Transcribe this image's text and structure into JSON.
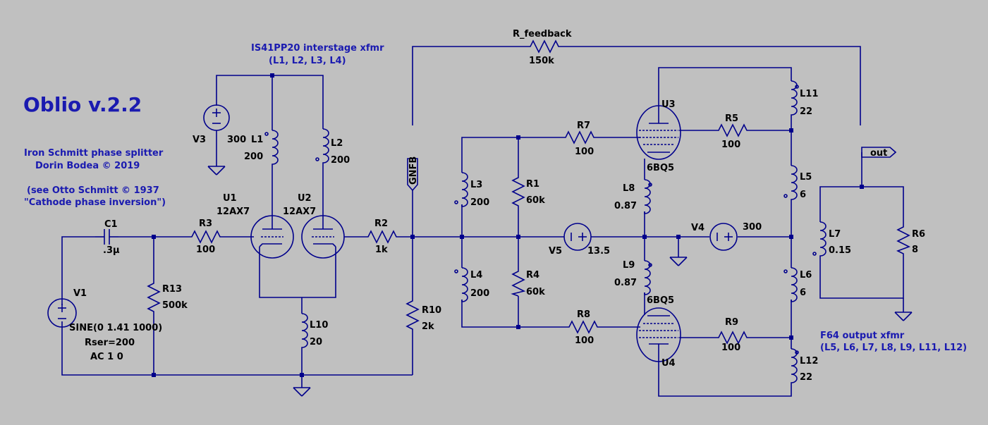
{
  "title": "Oblio v.2.2",
  "notes": {
    "line1": "Iron Schmitt phase splitter",
    "line2": "Dorin Bodea © 2019",
    "line3": "(see Otto Schmitt © 1937",
    "line4": "\"Cathode phase inversion\")",
    "interstage_title": "IS41PP20 interstage xfmr",
    "interstage_list": "(L1, L2, L3, L4)",
    "output_title": "F64 output xfmr",
    "output_list": "(L5, L6, L7, L8, L9, L11, L12)"
  },
  "components": {
    "C1": {
      "name": "C1",
      "value": ".3µ"
    },
    "V1": {
      "name": "V1",
      "value": "SINE(0 1.41 1000)",
      "rser": "Rser=200",
      "ac": "AC 1 0"
    },
    "R13": {
      "name": "R13",
      "value": "500k"
    },
    "R3": {
      "name": "R3",
      "value": "100"
    },
    "U1": {
      "name": "U1",
      "value": "12AX7"
    },
    "U2": {
      "name": "U2",
      "value": "12AX7"
    },
    "V3": {
      "name": "V3",
      "value": "300"
    },
    "L1": {
      "name": "L1",
      "value": "200"
    },
    "L2": {
      "name": "L2",
      "value": "200"
    },
    "L10": {
      "name": "L10",
      "value": "20"
    },
    "R2": {
      "name": "R2",
      "value": "1k"
    },
    "R10": {
      "name": "R10",
      "value": "2k"
    },
    "GNFB": {
      "name": "GNFB"
    },
    "R_feedback": {
      "name": "R_feedback",
      "value": "150k"
    },
    "L3": {
      "name": "L3",
      "value": "200"
    },
    "L4": {
      "name": "L4",
      "value": "200"
    },
    "R1": {
      "name": "R1",
      "value": "60k"
    },
    "R4": {
      "name": "R4",
      "value": "60k"
    },
    "R7": {
      "name": "R7",
      "value": "100"
    },
    "R8": {
      "name": "R8",
      "value": "100"
    },
    "V5": {
      "name": "V5",
      "value": "13.5"
    },
    "U3": {
      "name": "U3",
      "value": "6BQ5"
    },
    "U4": {
      "name": "U4",
      "value": "6BQ5"
    },
    "L8": {
      "name": "L8",
      "value": "0.87"
    },
    "L9": {
      "name": "L9",
      "value": "0.87"
    },
    "V4": {
      "name": "V4",
      "value": "300"
    },
    "R5": {
      "name": "R5",
      "value": "100"
    },
    "R9": {
      "name": "R9",
      "value": "100"
    },
    "L11": {
      "name": "L11",
      "value": "22"
    },
    "L5": {
      "name": "L5",
      "value": "6"
    },
    "L6": {
      "name": "L6",
      "value": "6"
    },
    "L12": {
      "name": "L12",
      "value": "22"
    },
    "L7": {
      "name": "L7",
      "value": "0.15"
    },
    "R6": {
      "name": "R6",
      "value": "8"
    },
    "out": {
      "name": "out"
    }
  }
}
